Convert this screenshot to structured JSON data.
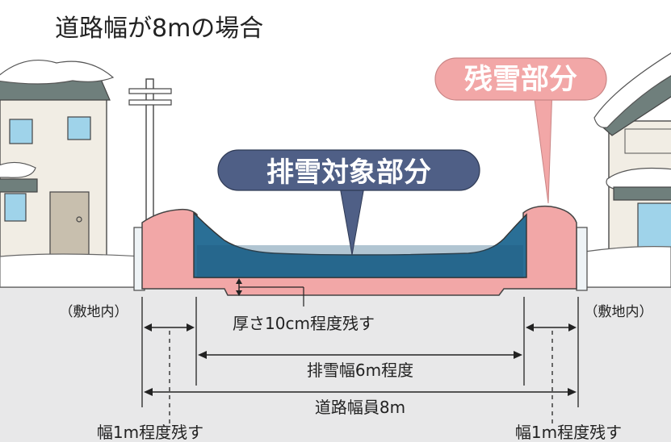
{
  "title": "道路幅が8mの場合",
  "callouts": {
    "remaining_snow": "残雪部分",
    "removal_target": "排雪対象部分"
  },
  "labels": {
    "site_left": "（敷地内）",
    "site_right": "（敷地内）",
    "thickness": "厚さ10cm程度残す",
    "removal_width": "排雪幅6m程度",
    "road_width": "道路幅員8m",
    "side_left": "幅1m程度残す",
    "side_right": "幅1m程度残す"
  },
  "colors": {
    "pink_snow": "#f2a7a7",
    "blue_snow": "#2a6f96",
    "dark_blue_fill": "#1f5a7e",
    "callout_navy": "#4f5f86",
    "ground": "#e9e9ea",
    "house_wall": "#f1ede4",
    "window": "#9fd3ea",
    "roof": "#6f7f7c"
  },
  "icons": {
    "utility_pole": "utility-pole-icon",
    "house": "house-icon"
  }
}
